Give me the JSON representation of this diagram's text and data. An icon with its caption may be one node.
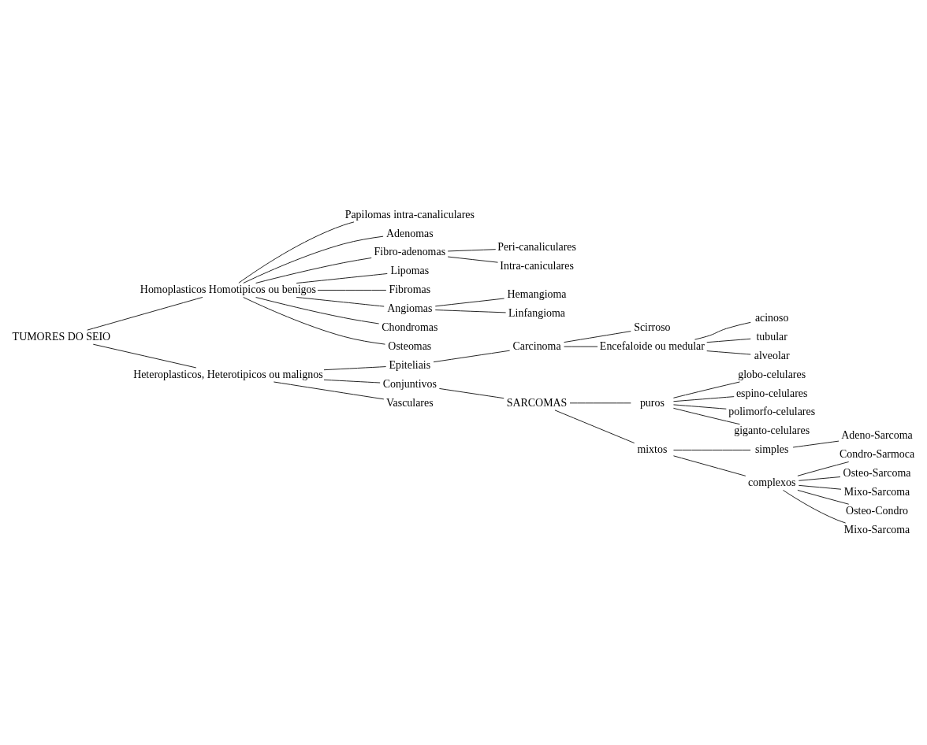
{
  "diagram": {
    "nodes": [
      {
        "text": [
          "TUMORES DO SEIO"
        ]
      },
      {
        "text": [
          "Homoplasticos Homotipicos ou benigos"
        ]
      },
      {
        "text": [
          "Papilomas intra-canaliculares"
        ]
      },
      {
        "text": [
          "Adenomas"
        ]
      },
      {
        "text": [
          "Fibro-adenomas"
        ]
      },
      {
        "text": [
          "Peri-canaliculares"
        ]
      },
      {
        "text": [
          "Intra-caniculares"
        ]
      },
      {
        "text": [
          "Lipomas"
        ]
      },
      {
        "text": [
          "Fibromas"
        ]
      },
      {
        "text": [
          "Angiomas"
        ]
      },
      {
        "text": [
          "Hemangioma"
        ]
      },
      {
        "text": [
          "Linfangioma"
        ]
      },
      {
        "text": [
          "Chondromas"
        ]
      },
      {
        "text": [
          "Osteomas"
        ]
      },
      {
        "text": [
          "Heteroplasticos, Heterotipicos ou malignos"
        ]
      },
      {
        "text": [
          "Epiteliais"
        ]
      },
      {
        "text": [
          "Carcinoma"
        ]
      },
      {
        "text": [
          "Scirroso"
        ]
      },
      {
        "text": [
          "Encefaloide ou medular"
        ]
      },
      {
        "text": [
          "acinoso"
        ]
      },
      {
        "text": [
          "tubular"
        ]
      },
      {
        "text": [
          "alveolar"
        ]
      },
      {
        "text": [
          "Conjuntivos"
        ]
      },
      {
        "text": [
          "SARCOMAS"
        ]
      },
      {
        "text": [
          "puros"
        ]
      },
      {
        "text": [
          "globo-celulares"
        ]
      },
      {
        "text": [
          "espino-celulares"
        ]
      },
      {
        "text": [
          "polimorfo-celulares"
        ]
      },
      {
        "text": [
          "giganto-celulares"
        ]
      },
      {
        "text": [
          "mixtos"
        ]
      },
      {
        "text": [
          "simples"
        ]
      },
      {
        "text": [
          "Adeno-Sarcoma"
        ]
      },
      {
        "text": [
          "complexos"
        ]
      },
      {
        "text": [
          "Condro-Sarmoca"
        ]
      },
      {
        "text": [
          "Osteo-Sarcoma"
        ]
      },
      {
        "text": [
          "Mixo-Sarcoma"
        ]
      },
      {
        "text": [
          "Osteo-Condro"
        ]
      },
      {
        "text": [
          "Mixo-Sarcoma"
        ]
      },
      {
        "text": [
          "Vasculares"
        ]
      }
    ],
    "edges": [
      {
        "from": 0,
        "to": 1,
        "arrow": "none"
      },
      {
        "from": 0,
        "to": 14,
        "arrow": "none"
      },
      {
        "from": 1,
        "to": 2,
        "arrow": "none"
      },
      {
        "from": 1,
        "to": 3,
        "arrow": "none"
      },
      {
        "from": 1,
        "to": 4,
        "arrow": "none"
      },
      {
        "from": 4,
        "to": 5,
        "arrow": "none"
      },
      {
        "from": 4,
        "to": 6,
        "arrow": "none"
      },
      {
        "from": 1,
        "to": 7,
        "arrow": "none"
      },
      {
        "from": 1,
        "to": 8,
        "arrow": "none"
      },
      {
        "from": 1,
        "to": 9,
        "arrow": "none"
      },
      {
        "from": 9,
        "to": 10,
        "arrow": "none"
      },
      {
        "from": 9,
        "to": 11,
        "arrow": "none"
      },
      {
        "from": 1,
        "to": 12,
        "arrow": "none"
      },
      {
        "from": 1,
        "to": 13,
        "arrow": "none"
      },
      {
        "from": 14,
        "to": 15,
        "arrow": "none"
      },
      {
        "from": 15,
        "to": 16,
        "arrow": "none"
      },
      {
        "from": 16,
        "to": 17,
        "arrow": "none"
      },
      {
        "from": 16,
        "to": 18,
        "arrow": "none"
      },
      {
        "from": 18,
        "to": 19,
        "arrow": "none"
      },
      {
        "from": 18,
        "to": 20,
        "arrow": "none"
      },
      {
        "from": 18,
        "to": 21,
        "arrow": "none"
      },
      {
        "from": 14,
        "to": 22,
        "arrow": "none"
      },
      {
        "from": 22,
        "to": 23,
        "arrow": "none"
      },
      {
        "from": 23,
        "to": 24,
        "arrow": "none"
      },
      {
        "from": 24,
        "to": 25,
        "arrow": "none"
      },
      {
        "from": 24,
        "to": 26,
        "arrow": "none"
      },
      {
        "from": 24,
        "to": 27,
        "arrow": "none"
      },
      {
        "from": 24,
        "to": 28,
        "arrow": "none"
      },
      {
        "from": 23,
        "to": 29,
        "arrow": "none"
      },
      {
        "from": 29,
        "to": 30,
        "arrow": "none"
      },
      {
        "from": 30,
        "to": 31,
        "arrow": "none"
      },
      {
        "from": 29,
        "to": 32,
        "arrow": "none"
      },
      {
        "from": 32,
        "to": 33,
        "arrow": "none"
      },
      {
        "from": 32,
        "to": 34,
        "arrow": "none"
      },
      {
        "from": 32,
        "to": 35,
        "arrow": "none"
      },
      {
        "from": 32,
        "to": 36,
        "arrow": "none"
      },
      {
        "from": 32,
        "to": 37,
        "arrow": "none"
      },
      {
        "from": 14,
        "to": 38,
        "arrow": "none"
      }
    ]
  }
}
